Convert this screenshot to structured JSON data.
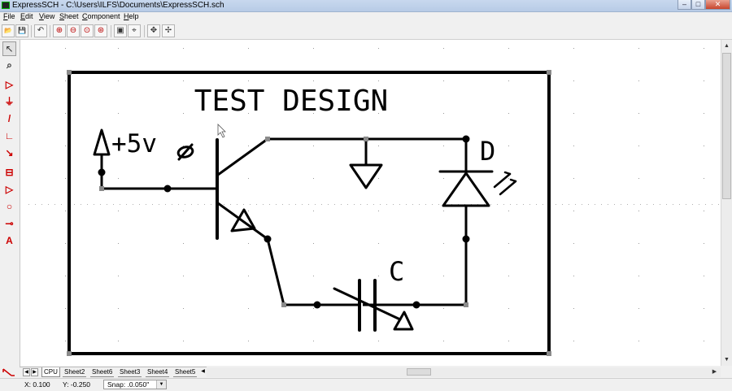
{
  "window": {
    "title": "ExpressSCH - C:\\Users\\ILFS\\Documents\\ExpressSCH.sch",
    "minimize_glyph": "–",
    "maximize_glyph": "□",
    "close_glyph": "✕"
  },
  "menu": [
    "File",
    "Edit",
    "View",
    "Sheet",
    "Component",
    "Help"
  ],
  "toolbar_icons": [
    {
      "name": "open-icon",
      "glyph": "📂"
    },
    {
      "name": "save-icon",
      "glyph": "💾"
    },
    {
      "name": "undo-icon",
      "glyph": "↶"
    },
    {
      "name": "zoom-in-icon",
      "glyph": "⊕"
    },
    {
      "name": "zoom-out-icon",
      "glyph": "⊖"
    },
    {
      "name": "zoom-fit-icon",
      "glyph": "⊙"
    },
    {
      "name": "zoom-area-icon",
      "glyph": "⊛"
    },
    {
      "name": "page-setup-icon",
      "glyph": "▣"
    },
    {
      "name": "properties-icon",
      "glyph": "⌖"
    },
    {
      "name": "move-icon",
      "glyph": "✥"
    },
    {
      "name": "pan-icon",
      "glyph": "✢"
    }
  ],
  "left_tools": [
    {
      "name": "select-tool-icon",
      "glyph": "↖"
    },
    {
      "name": "zoom-tool-icon",
      "glyph": "⌕"
    },
    {
      "name": "connector-tool-icon",
      "glyph": "▷"
    },
    {
      "name": "ground-tool-icon",
      "glyph": "⏚"
    },
    {
      "name": "wire-tool-icon",
      "glyph": "/"
    },
    {
      "name": "bend-wire-tool-icon",
      "glyph": "∟"
    },
    {
      "name": "diagonal-wire-tool-icon",
      "glyph": "↘"
    },
    {
      "name": "component-tool-icon",
      "glyph": "⊟"
    },
    {
      "name": "triangle-tool-icon",
      "glyph": "▷"
    },
    {
      "name": "circle-tool-icon",
      "glyph": "○"
    },
    {
      "name": "line-end-tool-icon",
      "glyph": "⊸"
    },
    {
      "name": "text-tool-icon",
      "glyph": "A"
    }
  ],
  "schematic": {
    "title": "TEST DESIGN",
    "power_label": "+5v",
    "diode_label": "D",
    "capacitor_label": "C"
  },
  "sheet_tabs": [
    "CPU",
    "Sheet2",
    "Sheet6",
    "Sheet3",
    "Sheet4",
    "Sheet5"
  ],
  "active_tab": "CPU",
  "status": {
    "x": "X: 0.100",
    "y": "Y: -0.250",
    "snap": "Snap: .0.050\""
  },
  "colors": {
    "canvas": "#ffffff",
    "ink": "#000000",
    "titlebar": "#bfd1ea",
    "tool_red": "#cc0000"
  }
}
